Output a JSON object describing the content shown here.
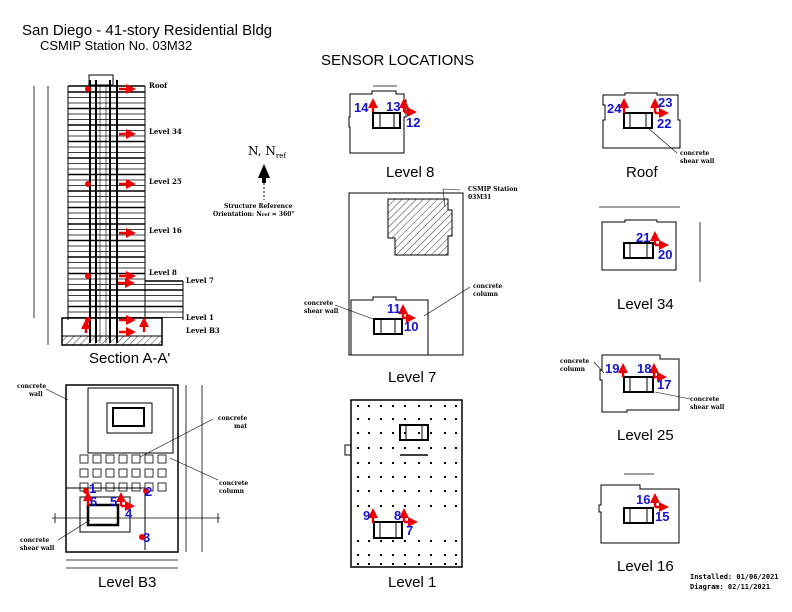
{
  "header": {
    "title": "San Diego - 41-story Residential Bldg",
    "subtitle": "CSMIP Station No. 03M32",
    "heading": "SENSOR LOCATIONS"
  },
  "colors": {
    "sensor_number": "#1414d0",
    "sensor_arrow": "#ee0000",
    "line": "#000000"
  },
  "section": {
    "caption": "Section A-A'",
    "levels": [
      "Roof",
      "Level 34",
      "Level 25",
      "Level 16",
      "Level 8",
      "Level 7",
      "Level 1",
      "Level B3"
    ]
  },
  "compass": {
    "label_main": "N, N",
    "label_sub": "ref",
    "note_line1": "Structure Reference",
    "note_line2": "Orientation: N",
    "note_sub": "ref",
    "note_value": " = 360°"
  },
  "plans": [
    {
      "id": "level-8",
      "caption": "Level 8",
      "sensors": [
        "14",
        "13",
        "12"
      ]
    },
    {
      "id": "roof",
      "caption": "Roof",
      "sensors": [
        "24",
        "23",
        "22"
      ]
    },
    {
      "id": "level-7",
      "caption": "Level 7",
      "sensors": [
        "11",
        "10"
      ]
    },
    {
      "id": "level-34",
      "caption": "Level 34",
      "sensors": [
        "21",
        "20"
      ]
    },
    {
      "id": "level-25",
      "caption": "Level 25",
      "sensors": [
        "19",
        "18",
        "17"
      ]
    },
    {
      "id": "level-b3",
      "caption": "Level B3",
      "sensors": [
        "1",
        "2",
        "3",
        "4",
        "5",
        "6"
      ]
    },
    {
      "id": "level-1",
      "caption": "Level 1",
      "sensors": [
        "9",
        "8",
        "7"
      ]
    },
    {
      "id": "level-16",
      "caption": "Level 16",
      "sensors": [
        "16",
        "15"
      ]
    }
  ],
  "annotations": {
    "csmip_station_line1": "CSMIP Station",
    "csmip_station_line2": "03M31",
    "concrete_column_l7_1": "concrete",
    "concrete_column_l7_2": "column",
    "shear_wall_l7_1": "concrete",
    "shear_wall_l7_2": "shear wall",
    "shear_wall_roof_1": "concrete",
    "shear_wall_roof_2": "shear wall",
    "column_l25_1": "concrete",
    "column_l25_2": "column",
    "shear_wall_l25_1": "concrete",
    "shear_wall_l25_2": "shear wall",
    "wall_b3_1": "concrete",
    "wall_b3_2": "wall",
    "mat_b3_1": "concrete",
    "mat_b3_2": "mat",
    "column_b3_1": "concrete",
    "column_b3_2": "column",
    "shear_wall_b3_1": "concrete",
    "shear_wall_b3_2": "shear wall"
  },
  "footer": {
    "installed": "Installed: 01/06/2021",
    "diagram": "Diagram: 02/11/2021"
  }
}
